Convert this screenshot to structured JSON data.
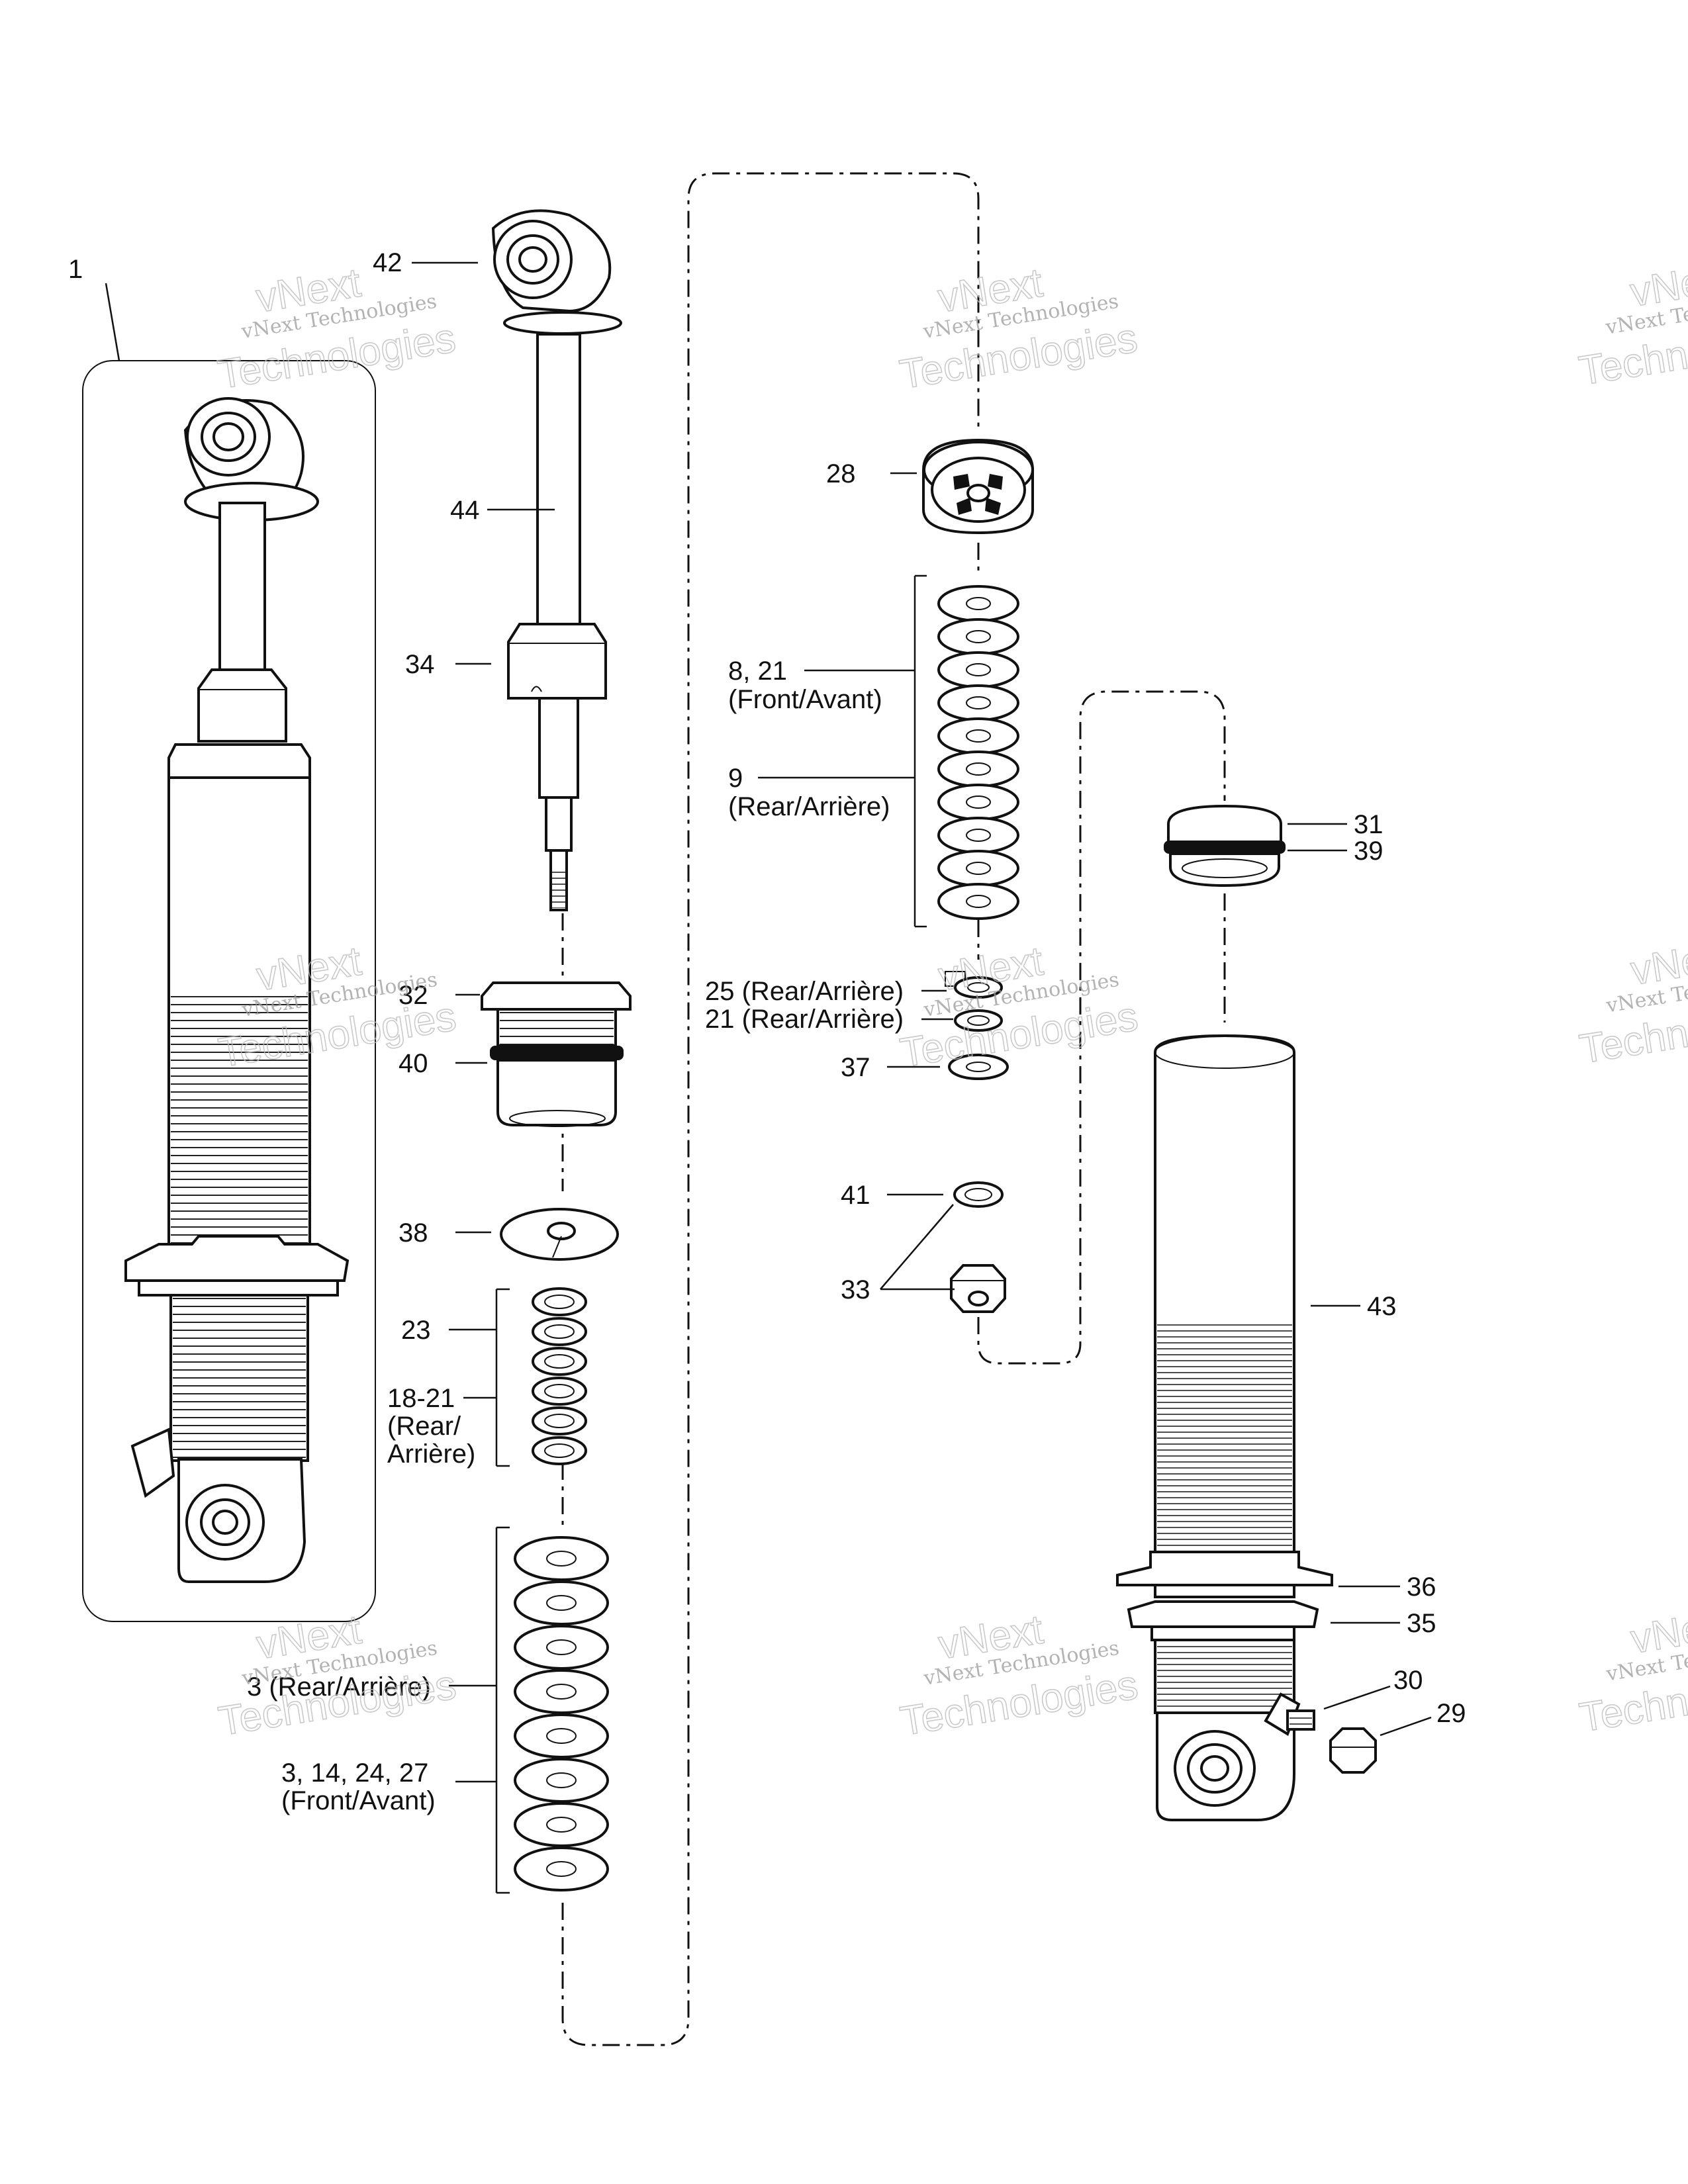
{
  "callouts": {
    "c1": "1",
    "c42": "42",
    "c44": "44",
    "c34": "34",
    "c32": "32",
    "c40": "40",
    "c38": "38",
    "c23": "23",
    "c18_21": "18-21",
    "c18_21_b": "(Rear/",
    "c18_21_c": "Arrière)",
    "c3_rear": "3 (Rear/Arrière)",
    "c3_front": "3, 14, 24, 27",
    "c3_front_b": "(Front/Avant)",
    "c28": "28",
    "c8_21": "8, 21",
    "c8_21_b": "(Front/Avant)",
    "c9": "9",
    "c9_b": "(Rear/Arrière)",
    "c25": "25 (Rear/Arrière)",
    "c21": "21 (Rear/Arrière)",
    "c37": "37",
    "c41": "41",
    "c33": "33",
    "c31": "31",
    "c39": "39",
    "c43": "43",
    "c36": "36",
    "c35": "35",
    "c30": "30",
    "c29": "29"
  },
  "watermark": {
    "line1": "vNext Technologies",
    "line2": "Technologies",
    "line3": "vNext"
  }
}
